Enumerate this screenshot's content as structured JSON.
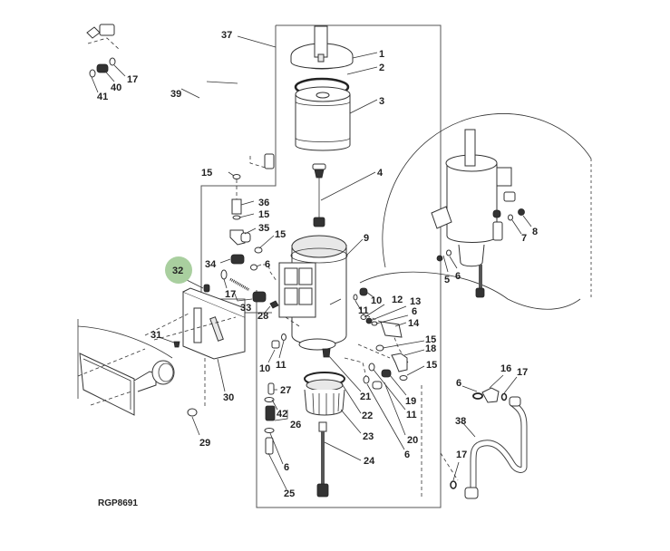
{
  "diagram": {
    "reference_code": "RGP8691",
    "highlighted_callout": "32",
    "highlight_color": "#a9cf9f",
    "callouts": {
      "c1": "1",
      "c2": "2",
      "c3": "3",
      "c4": "4",
      "c5": "5",
      "c6a": "6",
      "c7": "7",
      "c8": "8",
      "c9": "9",
      "c10a": "10",
      "c11a": "11",
      "c12": "12",
      "c13": "13",
      "c6b": "6",
      "c14": "14",
      "c15a": "15",
      "c18": "18",
      "c15b": "15",
      "c19": "19",
      "c11b": "11",
      "c20": "20",
      "c6c": "6",
      "c21": "21",
      "c22": "22",
      "c23": "23",
      "c24": "24",
      "c10b": "10",
      "c11c": "11",
      "c27": "27",
      "c42": "42",
      "c26": "26",
      "c6d": "6",
      "c25": "25",
      "c15c": "15",
      "c36": "36",
      "c15d": "15",
      "c35": "35",
      "c15e": "15",
      "c34": "34",
      "c6e": "6",
      "c32": "32",
      "c17a": "17",
      "c33": "33",
      "c28": "28",
      "c31": "31",
      "c30": "30",
      "c29": "29",
      "c37": "37",
      "c39": "39",
      "c17b": "17",
      "c40": "40",
      "c41": "41",
      "c16": "16",
      "c17c": "17",
      "c6f": "6",
      "c38": "38",
      "c17d": "17"
    }
  }
}
